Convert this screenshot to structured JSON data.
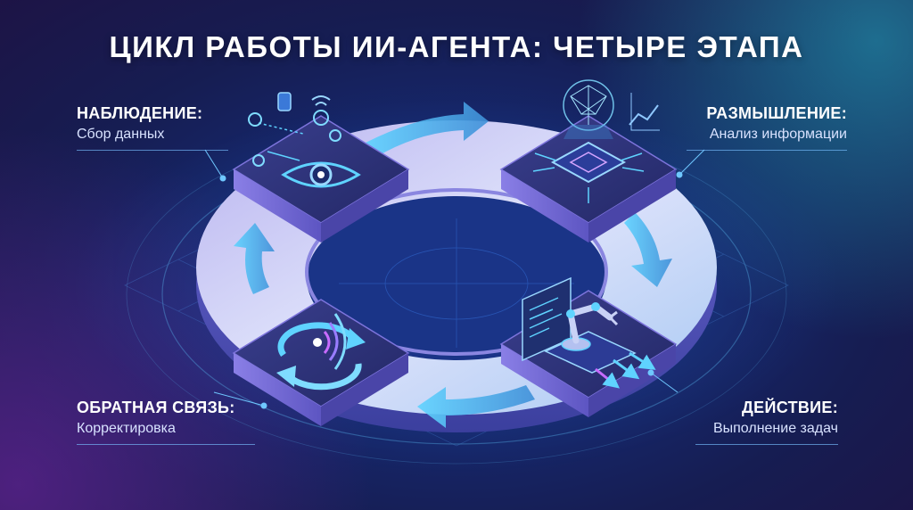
{
  "title": "ЦИКЛ РАБОТЫ ИИ-АГЕНТА: ЧЕТЫРЕ ЭТАПА",
  "stages": [
    {
      "key": "observe",
      "title": "НАБЛЮДЕНИЕ:",
      "subtitle": "Сбор данных",
      "icon": "eye-sensor-icon"
    },
    {
      "key": "think",
      "title": "РАЗМЫШЛЕНИЕ:",
      "subtitle": "Анализ информации",
      "icon": "brain-chip-icon"
    },
    {
      "key": "act",
      "title": "ДЕЙСТВИЕ:",
      "subtitle": "Выполнение задач",
      "icon": "robot-arm-icon"
    },
    {
      "key": "feedback",
      "title": "ОБРАТНАЯ СВЯЗЬ:",
      "subtitle": "Корректировка",
      "icon": "feedback-loop-icon"
    }
  ],
  "colors": {
    "ring_top": "#c9c8f3",
    "ring_side": "#5a5fc0",
    "platform_top": "#33387e",
    "platform_side": "#7a6fd6",
    "arrow": "#4bb7e0",
    "accent": "#5fd3ff"
  }
}
